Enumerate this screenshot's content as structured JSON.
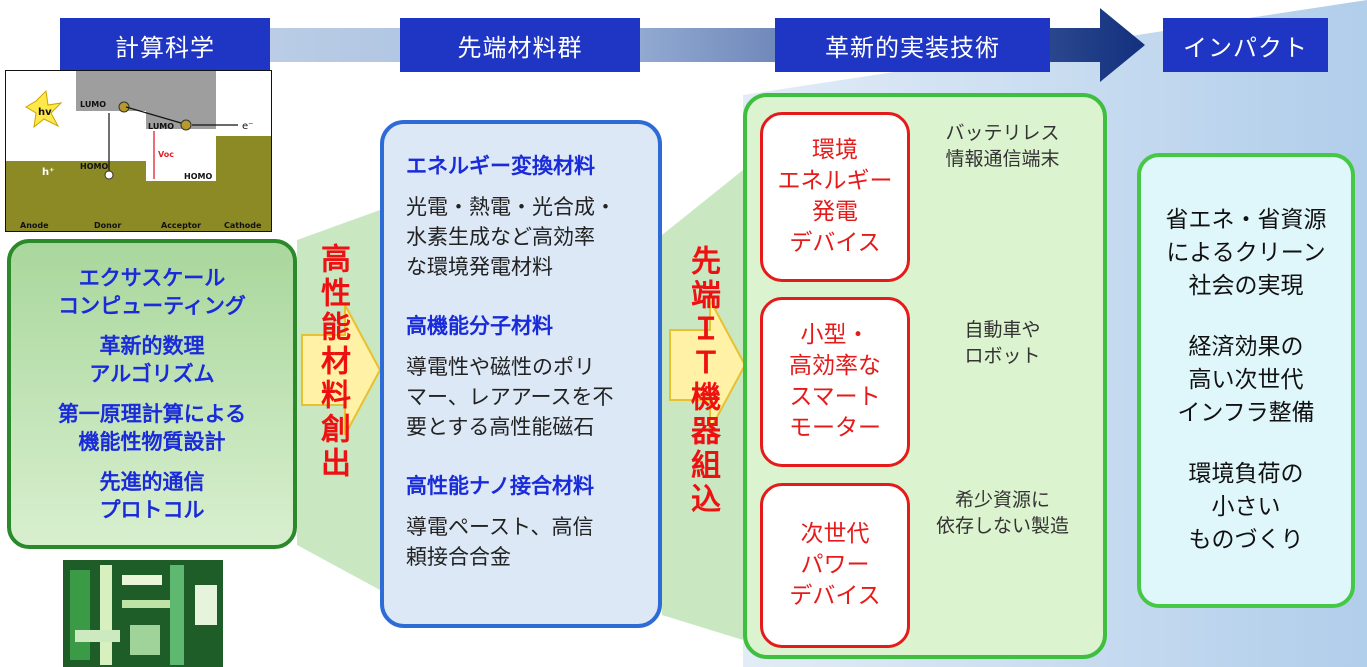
{
  "headers": {
    "computational_science": "計算科学",
    "advanced_materials": "先端材料群",
    "innovative_implementation": "革新的実装技術",
    "impact": "インパクト"
  },
  "energy_diagram": {
    "lumo": "LUMO",
    "lumo2": "LUMO",
    "homo": "HOMO",
    "homo2": "HOMO",
    "hv": "hv",
    "hole": "h⁺",
    "electron": "e⁻",
    "voc": "Voc",
    "anode": "Anode",
    "donor": "Donor",
    "acceptor": "Acceptor",
    "cathode": "Cathode"
  },
  "computational_box": {
    "item1_line1": "エクサスケール",
    "item1_line2": "コンピューティング",
    "item2_line1": "革新的数理",
    "item2_line2": "アルゴリズム",
    "item3_line1": "第一原理計算による",
    "item3_line2": "機能性物質設計",
    "item4_line1": "先進的通信",
    "item4_line2": "プロトコル"
  },
  "arrow_labels": {
    "high_performance_material_creation": "高性能材料創出",
    "advanced_it_embedding": "先端ＩＴ機器組込"
  },
  "materials": {
    "energy_conversion_title": "エネルギー変換材料",
    "energy_conversion_line1": "光電・熱電・光合成・",
    "energy_conversion_line2": "水素生成など高効率",
    "energy_conversion_line3": "な環境発電材料",
    "polymer_title": "高機能分子材料",
    "polymer_line1": "導電性や磁性のポリ",
    "polymer_line2": "マー、レアアースを不",
    "polymer_line3": "要とする高性能磁石",
    "nano_title": "高性能ナノ接合材料",
    "nano_line1": "導電ペースト、高信",
    "nano_line2": "頼接合合金"
  },
  "devices": {
    "dev1_line1": "環境",
    "dev1_line2": "エネルギー",
    "dev1_line3": "発電",
    "dev1_line4": "デバイス",
    "dev2_line1": "小型・",
    "dev2_line2": "高効率な",
    "dev2_line3": "スマート",
    "dev2_line4": "モーター",
    "dev3_line1": "次世代",
    "dev3_line2": "パワー",
    "dev3_line3": "デバイス"
  },
  "applications": {
    "app1_line1": "バッテリレス",
    "app1_line2": "情報通信端末",
    "app2_line1": "自動車や",
    "app2_line2": "ロボット",
    "app3_line1": "希少資源に",
    "app3_line2": "依存しない製造"
  },
  "impact": {
    "i1_line1": "省エネ・省資源",
    "i1_line2": "によるクリーン",
    "i1_line3": "社会の実現",
    "i2_line1": "経済効果の",
    "i2_line2": "高い次世代",
    "i2_line3": "インフラ整備",
    "i3_line1": "環境負荷の",
    "i3_line2": "小さい",
    "i3_line3": "ものづくり"
  },
  "colors": {
    "header_blue": "#1f35c3",
    "text_blue": "#1a2bd9",
    "device_red": "#e51b1b",
    "panel_green": "#3fbf3f",
    "material_blue": "#2e6bd6"
  }
}
